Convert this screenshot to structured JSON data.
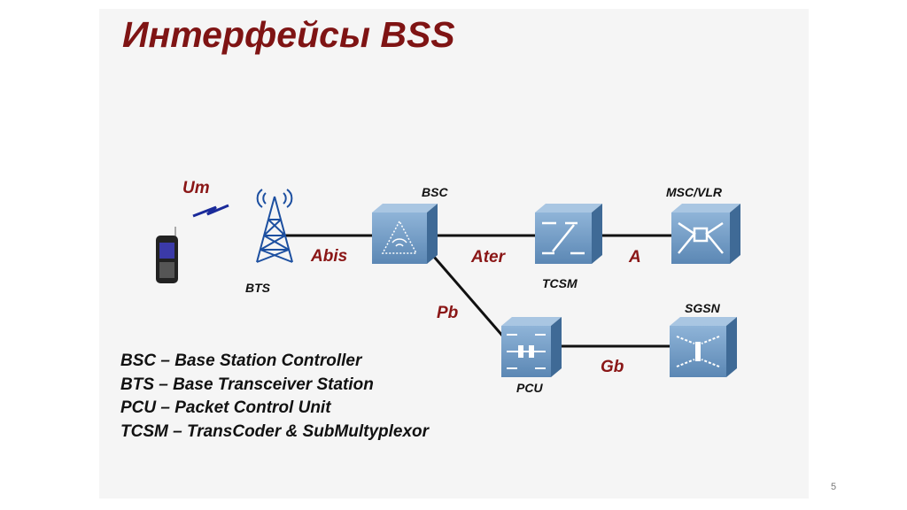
{
  "title": "Интерфейсы BSS",
  "nodes": {
    "bts": "BTS",
    "bsc": "BSC",
    "tcsm": "TCSM",
    "msc": "MSC/VLR",
    "pcu": "PCU",
    "sgsn": "SGSN"
  },
  "interfaces": {
    "um": "Um",
    "abis": "Abis",
    "ater": "Ater",
    "a": "A",
    "pb": "Pb",
    "gb": "Gb"
  },
  "legend": [
    "BSC – Base Station Controller",
    "BTS – Base Transceiver Station",
    "PCU – Packet Control Unit",
    "TCSM – TransCoder & SubMultyplexor"
  ],
  "page_number": "5",
  "colors": {
    "title": "#7f1414",
    "interface": "#8a1616",
    "box": "#6f9bc4"
  }
}
